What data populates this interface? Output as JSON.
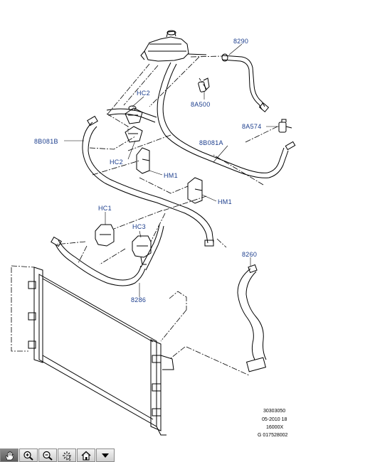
{
  "callouts": {
    "c8290": "8290",
    "c8a500": "8A500",
    "c8a574": "8A574",
    "c8b081a": "8B081A",
    "c8b081b": "8B081B",
    "hc2_top": "HC2",
    "hc2_bottom": "HC2",
    "hm1_upper": "HM1",
    "hm1_lower": "HM1",
    "hc1": "HC1",
    "hc3": "HC3",
    "c8286": "8286",
    "c8260": "8260"
  },
  "reference": {
    "line1": "30303050",
    "line2": "05-2010 18",
    "line3": "16000X",
    "line4": "G 017528002"
  },
  "toolbar": {
    "buttons": [
      {
        "icon": "pan-hand-icon",
        "active": true
      },
      {
        "icon": "zoom-in-icon",
        "active": false
      },
      {
        "icon": "zoom-out-icon",
        "active": false
      },
      {
        "icon": "select-cursor-icon",
        "active": false
      },
      {
        "icon": "home-icon",
        "active": false
      },
      {
        "icon": "dropdown-arrow-icon",
        "active": false
      }
    ]
  }
}
